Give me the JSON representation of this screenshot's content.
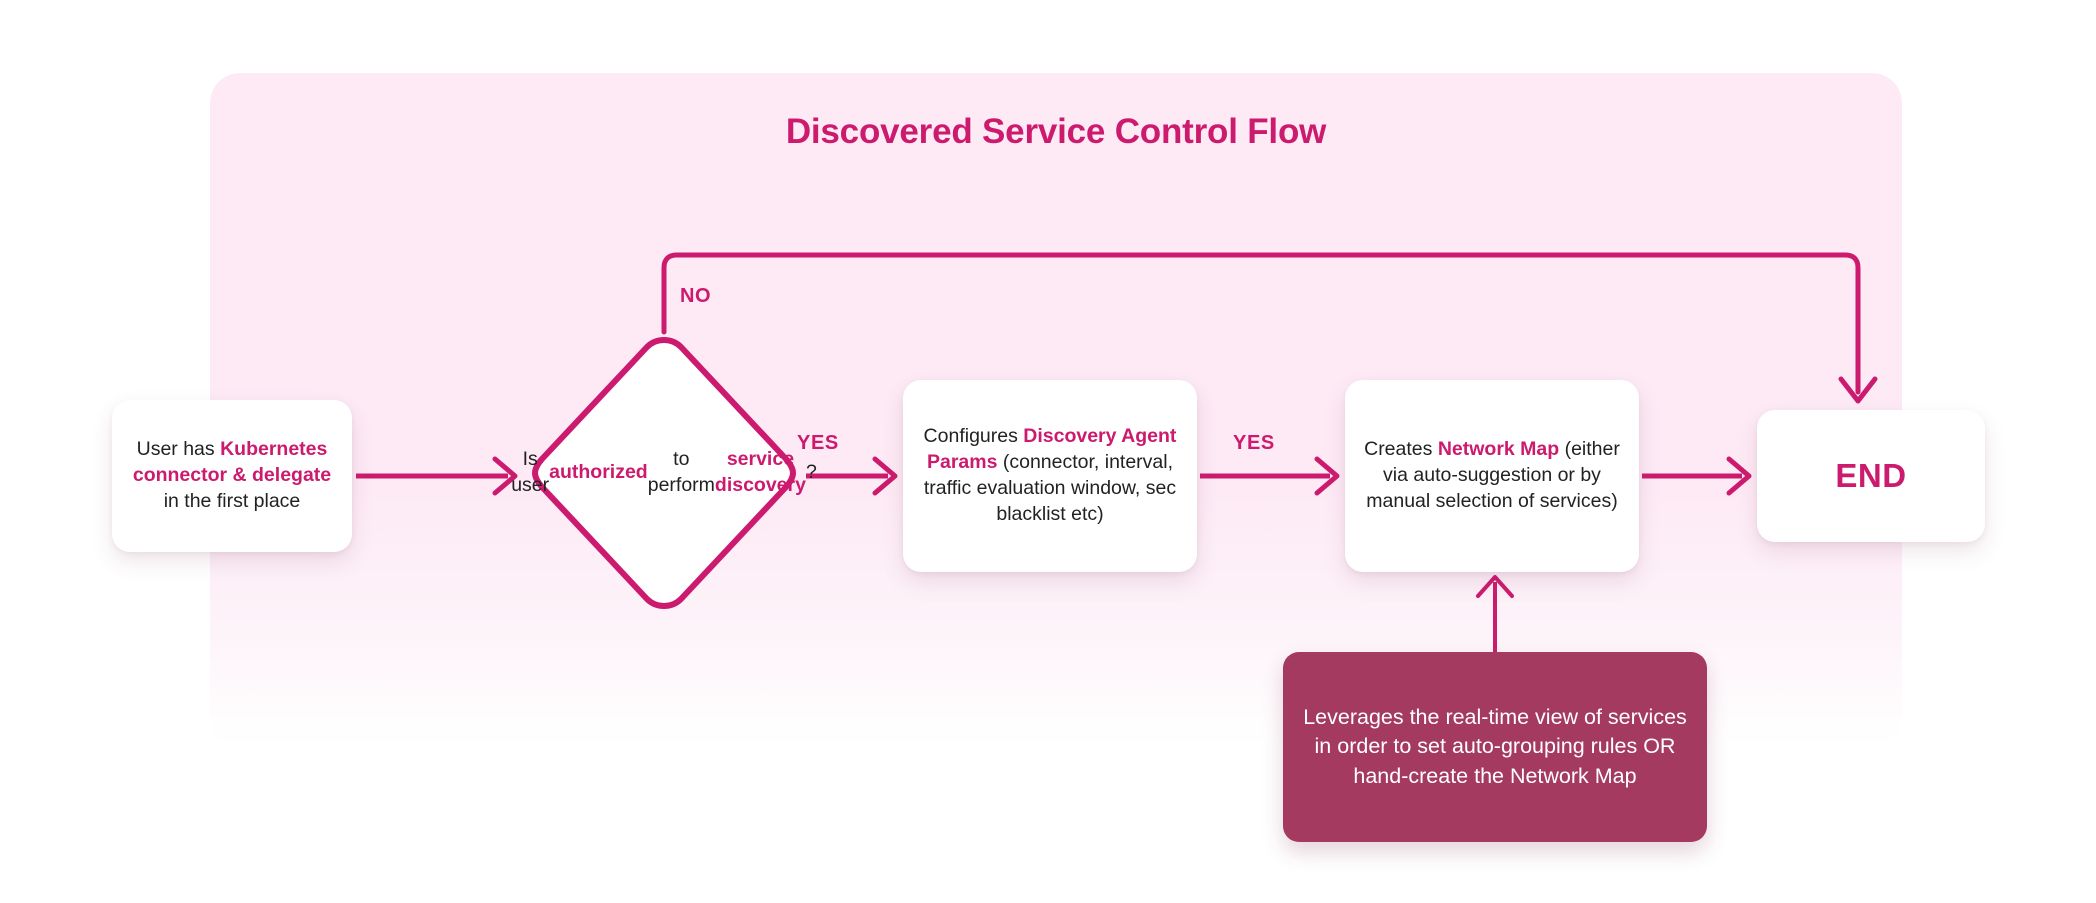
{
  "diagram": {
    "title": "Discovered Service Control Flow",
    "type": "flowchart",
    "colors": {
      "accent": "#cc1b6e",
      "panel_background": "#fdeaf5",
      "card_background": "#ffffff",
      "note_background": "#a43a5f",
      "note_text": "#ffffff",
      "body_text": "#222222",
      "page_background": "#ffffff"
    }
  },
  "nodes": {
    "start": {
      "id": "start",
      "shape": "rounded-rect",
      "text_plain": "User has Kubernetes connector & delegate in the first place",
      "segments": [
        {
          "text": "User has ",
          "emphasis": false
        },
        {
          "text": "Kubernetes connector & delegate",
          "emphasis": true
        },
        {
          "text": " in the first place",
          "emphasis": false
        }
      ]
    },
    "decision": {
      "id": "decision",
      "shape": "diamond",
      "text_plain": "Is user authorized to perform service discovery?",
      "segments": [
        {
          "text": "Is user ",
          "emphasis": false
        },
        {
          "text": "authorized",
          "emphasis": true
        },
        {
          "text": " to perform ",
          "emphasis": false
        },
        {
          "text": "service discovery",
          "emphasis": true
        },
        {
          "text": "?",
          "emphasis": false
        }
      ]
    },
    "configure": {
      "id": "configure",
      "shape": "rounded-rect",
      "text_plain": "Configures Discovery Agent Params (connector, interval, traffic evaluation window, sec blacklist etc)",
      "segments": [
        {
          "text": "Configures ",
          "emphasis": false
        },
        {
          "text": "Discovery Agent Params",
          "emphasis": true
        },
        {
          "text": " (connector, interval, traffic evaluation window, sec blacklist etc)",
          "emphasis": false
        }
      ]
    },
    "network_map": {
      "id": "network_map",
      "shape": "rounded-rect",
      "text_plain": "Creates Network Map (either via auto-suggestion or by manual selection of services)",
      "segments": [
        {
          "text": "Creates ",
          "emphasis": false
        },
        {
          "text": "Network Map",
          "emphasis": true
        },
        {
          "text": " (either via auto-suggestion or by manual selection of services)",
          "emphasis": false
        }
      ]
    },
    "end": {
      "id": "end",
      "shape": "rounded-rect",
      "label": "END"
    },
    "note": {
      "id": "note",
      "shape": "rounded-rect-filled",
      "text_plain": "Leverages the real-time view of services in order to set auto-grouping rules OR hand-create the Network Map"
    }
  },
  "edges": [
    {
      "from": "start",
      "to": "decision",
      "label": "",
      "direction": "right"
    },
    {
      "from": "decision",
      "to": "configure",
      "label": "YES",
      "direction": "right"
    },
    {
      "from": "configure",
      "to": "network_map",
      "label": "YES",
      "direction": "right"
    },
    {
      "from": "network_map",
      "to": "end",
      "label": "",
      "direction": "right"
    },
    {
      "from": "decision",
      "to": "end",
      "label": "NO",
      "direction": "up-over-down"
    },
    {
      "from": "note",
      "to": "network_map",
      "label": "",
      "direction": "up"
    }
  ],
  "labels": {
    "no": "NO",
    "yes_1": "YES",
    "yes_2": "YES"
  }
}
